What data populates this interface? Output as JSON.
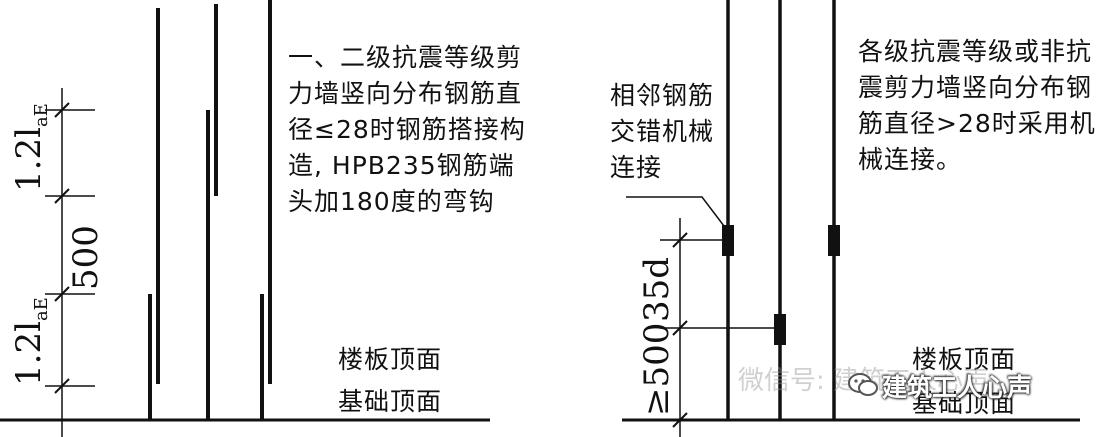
{
  "left": {
    "dim_lap_lower": "1.2l",
    "dim_lap_lower_sub": "aE",
    "dim_gap": "500",
    "dim_lap_upper": "1.2l",
    "dim_lap_upper_sub": "aE",
    "note_lines": [
      "一、二级抗震等级剪",
      "力墙竖向分布钢筋直",
      "径≤28时钢筋搭接构",
      "造, HPB235钢筋端",
      "头加180度的弯钩"
    ],
    "floor_label": "楼板顶面",
    "foundation_label": "基础顶面"
  },
  "right": {
    "callout_lines": [
      "相邻钢筋",
      "交错机械",
      "连接"
    ],
    "dim_min": "≥500",
    "dim_stagger": "35d",
    "note_lines": [
      "各级抗震等级或非抗",
      "震剪力墙竖向分布钢",
      "筋直径>28时采用机",
      "械连接。"
    ],
    "floor_label": "楼板顶面",
    "foundation_label": "基础顶面"
  },
  "watermark": {
    "faint_text": "微信号: 建筑工人心声",
    "brand_text": "建筑工人心声",
    "icon": "wechat-icon"
  }
}
